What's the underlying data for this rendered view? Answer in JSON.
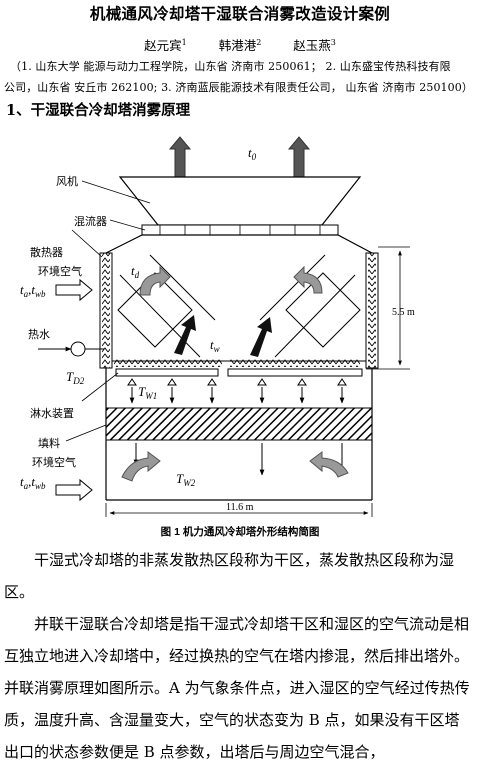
{
  "paper": {
    "title": "机械通风冷却塔干湿联合消雾改造设计案例",
    "authors": [
      {
        "name": "赵元宾",
        "sup": "1"
      },
      {
        "name": "韩港港",
        "sup": "2"
      },
      {
        "name": "赵玉燕",
        "sup": "3"
      }
    ],
    "affiliation_line1": "（1. 山东大学 能源与动力工程学院，山东省 济南市 250061； 2. 山东盛宝传热科技有限",
    "affiliation_line2": "公司，山东省 安丘市 262100; 3. 济南蓝辰能源技术有限责任公司， 山东省 济南市 250100）",
    "section_heading": "1、干湿联合冷却塔消雾原理",
    "figure_caption": "图 1  机力通风冷却塔外形结构简图",
    "paragraph1": "干湿式冷却塔的非蒸发散热区段称为干区，蒸发散热区段称为湿区。",
    "paragraph2": "并联干湿联合冷却塔是指干湿式冷却塔干区和湿区的空气流动是相互独立地进入冷却塔中，经过换热的空气在塔内掺混，然后排出塔外。并联消雾原理如图所示。A 为气象条件点，进入湿区的空气经过传热传质，温度升高、含湿量变大，空气的状态变为 B 点，如果没有干区塔出口的状态参数便是 B 点参数，出塔后与周边空气混合，"
  },
  "figure": {
    "labels": {
      "fan": "风机",
      "mixer": "混流器",
      "radiator": "散热器",
      "ambient_air_top": "环境空气",
      "hot_water": "热水",
      "spray_device": "淋水装置",
      "fill": "填料",
      "ambient_air_bottom": "环境空气",
      "t0": "t",
      "t0_sub": "0",
      "td": "t",
      "td_sub": "d",
      "tw": "t",
      "tw_sub": "w",
      "TD2": "T",
      "TD2_sub": "D2",
      "TW1": "T",
      "TW1_sub": "W1",
      "TW2": "T",
      "TW2_sub": "W2",
      "ta_twb_top": "t",
      "ta_sub": "a",
      "comma": ",",
      "twb": "t",
      "twb_sub": "wb",
      "height_dim": "5.5 m",
      "width_dim": "11.6 m"
    }
  }
}
